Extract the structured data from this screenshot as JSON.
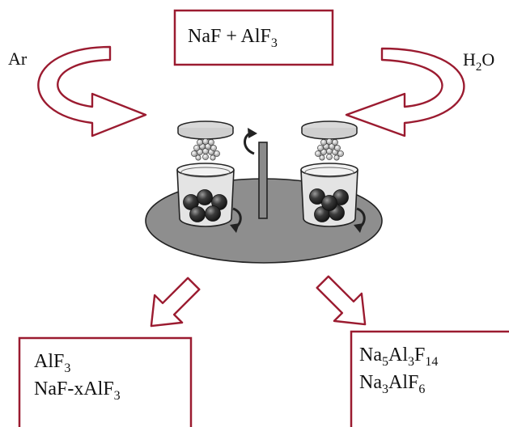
{
  "top_box": {
    "base": "NaF + AlF",
    "sub": "3"
  },
  "left_gas": "Ar",
  "right_gas": {
    "base": "H",
    "sub": "2",
    "tail": "O"
  },
  "bottom_left_box": {
    "line1": {
      "base": "AlF",
      "sub": "3"
    },
    "line2": {
      "base": "NaF-xAlF",
      "sub": "3"
    }
  },
  "bottom_right_box": {
    "line1": {
      "p1": "Na",
      "s1": "5",
      "p2": "Al",
      "s2": "3",
      "p3": "F",
      "s3": "14"
    },
    "line2": {
      "p1": "Na",
      "s1": "3",
      "p2": "AlF",
      "s2": "6"
    }
  },
  "colors": {
    "frame": "#9b1b30",
    "plate": "#8e8e8e",
    "ball": "#2a2a2a",
    "jar": "#e4e4e4",
    "lid": "#d9d9d9",
    "ink": "#111111"
  }
}
